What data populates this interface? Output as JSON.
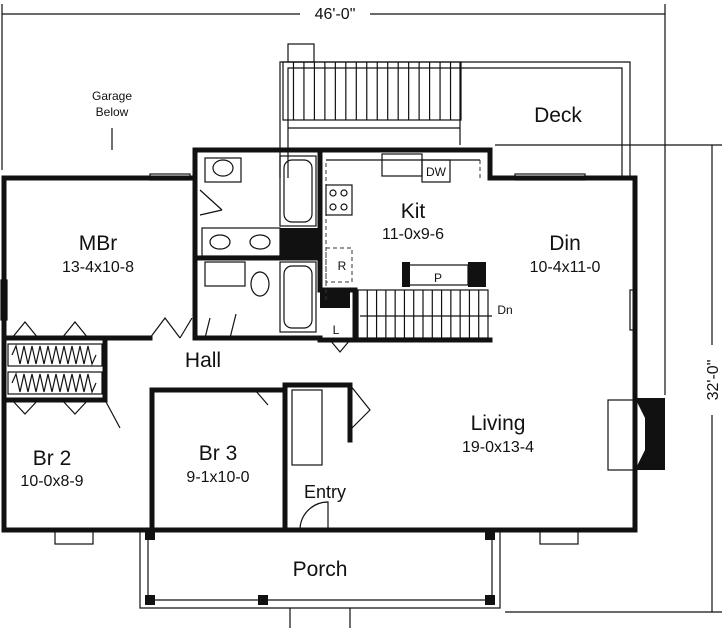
{
  "dimensions": {
    "width": "46'-0\"",
    "depth": "32'-0\""
  },
  "labels": {
    "garage": [
      "Garage",
      "Below"
    ],
    "deck": "Deck",
    "hall": "Hall",
    "entry": "Entry",
    "porch": "Porch",
    "dishwasher": "DW",
    "refrigerator": "R",
    "pantry": "P",
    "laundry": "L",
    "stairs_down": "Dn"
  },
  "rooms": [
    {
      "name": "MBr",
      "size": "13-4x10-8"
    },
    {
      "name": "Kit",
      "size": "11-0x9-6"
    },
    {
      "name": "Din",
      "size": "10-4x11-0"
    },
    {
      "name": "Br 2",
      "size": "10-0x8-9"
    },
    {
      "name": "Br 3",
      "size": "9-1x10-0"
    },
    {
      "name": "Living",
      "size": "19-0x13-4"
    }
  ]
}
